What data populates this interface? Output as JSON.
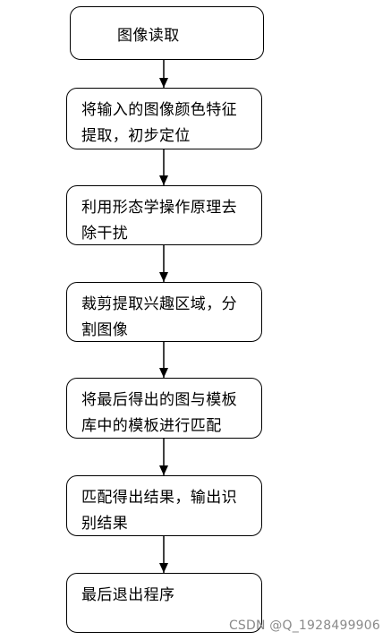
{
  "flowchart": {
    "steps": [
      {
        "text": "图像读取"
      },
      {
        "text": "将输入的图像颜色特征提取，初步定位"
      },
      {
        "text": "利用形态学操作原理去除干扰"
      },
      {
        "text": "裁剪提取兴趣区域，分割图像"
      },
      {
        "text": "将最后得出的图与模板库中的模板进行匹配"
      },
      {
        "text": "匹配得出结果，输出识别结果"
      },
      {
        "text": "最后退出程序"
      }
    ]
  },
  "watermark": "CSDN @Q_1928499906"
}
